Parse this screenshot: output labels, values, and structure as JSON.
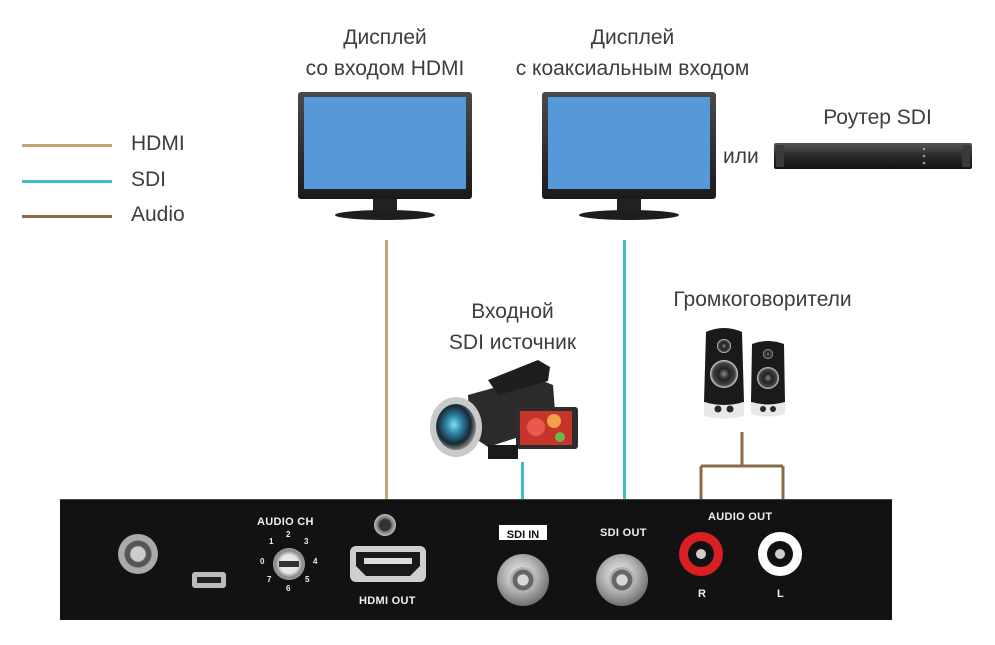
{
  "legend": [
    {
      "label": "HDMI",
      "color": "#c4a574"
    },
    {
      "label": "SDI",
      "color": "#3bbfbf"
    },
    {
      "label": "Audio",
      "color": "#8a6a45"
    }
  ],
  "devices": {
    "hdmi_display": {
      "line1": "Дисплей",
      "line2": "со входом HDMI"
    },
    "sdi_display": {
      "line1": "Дисплей",
      "line2": "с коаксиальным входом"
    },
    "or_label": "или",
    "router": {
      "label": "Роутер SDI"
    },
    "source": {
      "line1": "Входной",
      "line2": "SDI источник"
    },
    "speakers": {
      "label": "Громкоговорители"
    }
  },
  "panel": {
    "audio_ch_label": "AUDIO CH",
    "dial_numbers": [
      "0",
      "1",
      "2",
      "3",
      "4",
      "5",
      "6",
      "7"
    ],
    "hdmi_out_label": "HDMI OUT",
    "sdi_in_label": "SDI IN",
    "sdi_out_label": "SDI OUT",
    "audio_out_label": "AUDIO OUT",
    "right_label": "R",
    "left_label": "L"
  },
  "colors": {
    "hdmi": "#c4a574",
    "sdi": "#3bbfbf",
    "audio": "#8a6a45",
    "screen": "#5599d8",
    "panel": "#121212",
    "rca_red": "#d91e24"
  }
}
